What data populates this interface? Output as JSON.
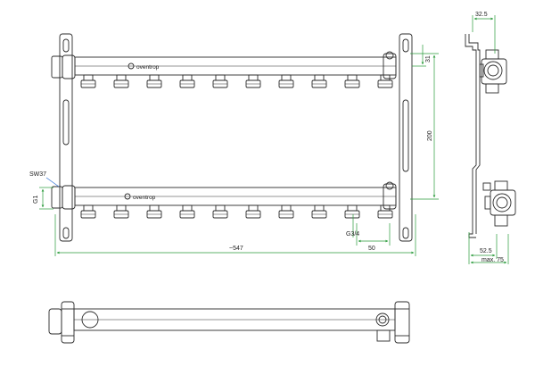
{
  "dimensions": {
    "overall_length": "~547",
    "spacing": "50",
    "height": "200",
    "top_offset": "31",
    "side_width": "32.5",
    "side_depth": "52.5",
    "side_max": "max. 75"
  },
  "callouts": {
    "sw": "SW37",
    "g1": "G1",
    "g34": "G3/4"
  },
  "brand": {
    "top": "oventrop",
    "bottom": "oventrop"
  },
  "outlets_per_bar": 10,
  "colors": {
    "outline": "#2b2b2b",
    "dimension_line": "#2a9a3a",
    "callout_line": "#2a6fd6",
    "background": "#ffffff"
  }
}
